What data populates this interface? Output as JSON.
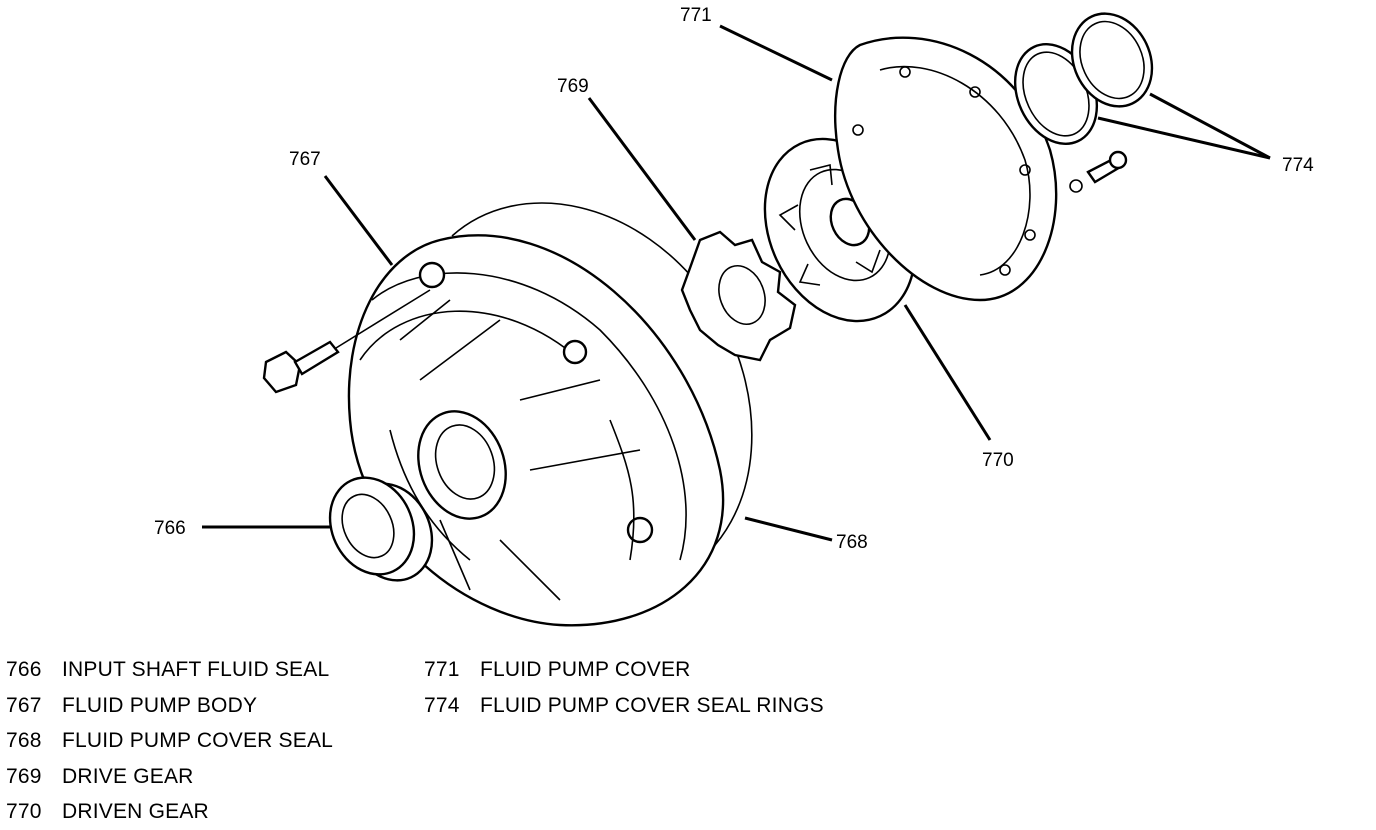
{
  "callouts": {
    "c766": "766",
    "c767": "767",
    "c768": "768",
    "c769": "769",
    "c770": "770",
    "c771": "771",
    "c774": "774"
  },
  "legend": {
    "left": [
      {
        "num": "766",
        "text": "INPUT SHAFT FLUID SEAL"
      },
      {
        "num": "767",
        "text": "FLUID PUMP BODY"
      },
      {
        "num": "768",
        "text": "FLUID PUMP COVER SEAL"
      },
      {
        "num": "769",
        "text": "DRIVE GEAR"
      },
      {
        "num": "770",
        "text": "DRIVEN GEAR"
      }
    ],
    "right": [
      {
        "num": "771",
        "text": "FLUID PUMP COVER"
      },
      {
        "num": "774",
        "text": "FLUID PUMP COVER SEAL RINGS"
      }
    ]
  }
}
